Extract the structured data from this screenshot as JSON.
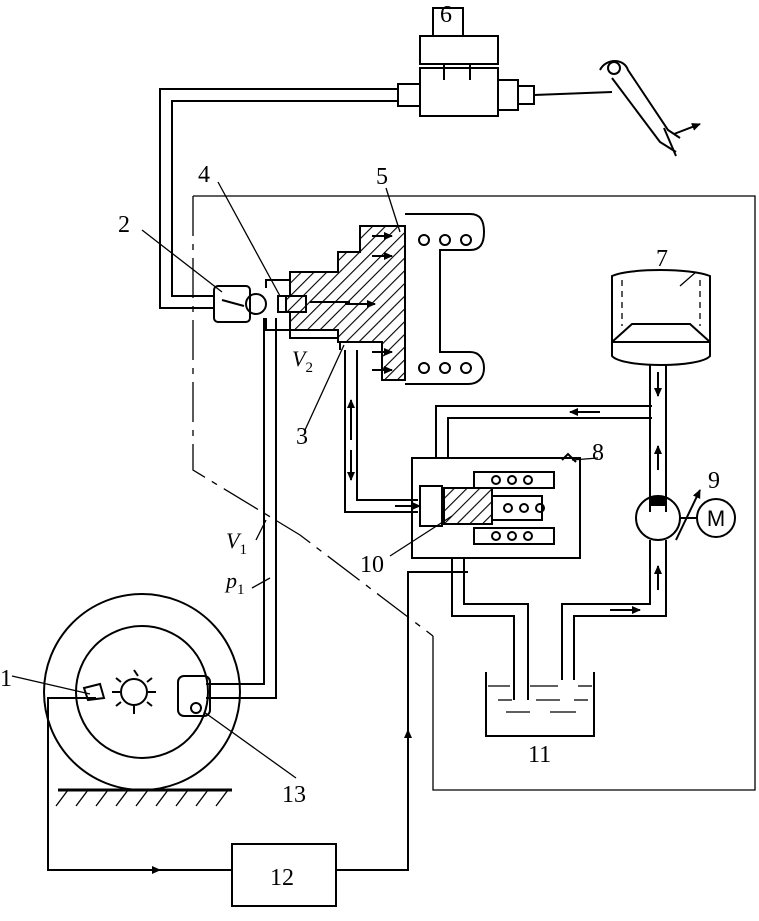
{
  "labels": {
    "l1": "1",
    "l2": "2",
    "l3": "3",
    "l4": "4",
    "l5": "5",
    "l6": "6",
    "l7": "7",
    "l8": "8",
    "l9": "9",
    "l10": "10",
    "l11": "11",
    "l12": "12",
    "l13": "13"
  },
  "symbols": {
    "v2": "V",
    "v2_sub": "2",
    "v1": "V",
    "v1_sub": "1",
    "p1": "p",
    "p1_sub": "1",
    "motor": "M"
  }
}
